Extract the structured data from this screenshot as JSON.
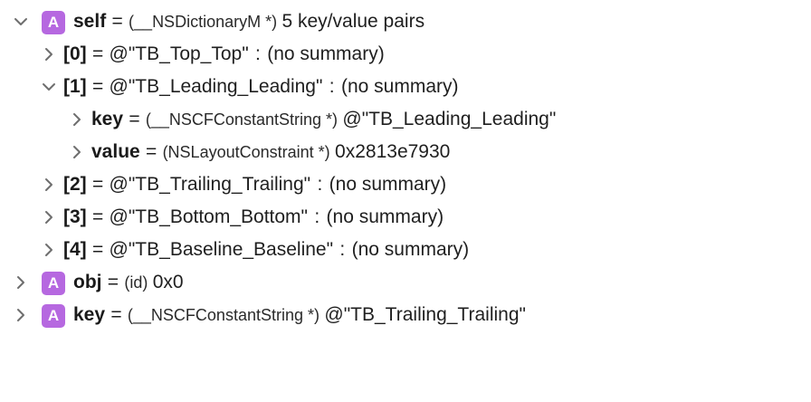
{
  "variables": {
    "self": {
      "name": "self",
      "equals": "=",
      "type": "(__NSDictionaryM *)",
      "value": "5 key/value pairs",
      "badge": "A",
      "expanded": true,
      "children": [
        {
          "name": "[0]",
          "equals": "=",
          "value": "@\"TB_Top_Top\"",
          "separator": ":",
          "summary": "(no summary)",
          "expanded": false
        },
        {
          "name": "[1]",
          "equals": "=",
          "value": "@\"TB_Leading_Leading\"",
          "separator": ":",
          "summary": "(no summary)",
          "expanded": true,
          "children": [
            {
              "name": "key",
              "equals": "=",
              "type": "(__NSCFConstantString *)",
              "value": "@\"TB_Leading_Leading\"",
              "expanded": false
            },
            {
              "name": "value",
              "equals": "=",
              "type": "(NSLayoutConstraint *)",
              "value": "0x2813e7930",
              "expanded": false
            }
          ]
        },
        {
          "name": "[2]",
          "equals": "=",
          "value": "@\"TB_Trailing_Trailing\"",
          "separator": ":",
          "summary": "(no summary)",
          "expanded": false
        },
        {
          "name": "[3]",
          "equals": "=",
          "value": "@\"TB_Bottom_Bottom\"",
          "separator": ":",
          "summary": "(no summary)",
          "expanded": false
        },
        {
          "name": "[4]",
          "equals": "=",
          "value": "@\"TB_Baseline_Baseline\"",
          "separator": ":",
          "summary": "(no summary)",
          "expanded": false
        }
      ]
    },
    "obj": {
      "name": "obj",
      "equals": "=",
      "type": "(id)",
      "value": "0x0",
      "badge": "A",
      "expanded": false
    },
    "key": {
      "name": "key",
      "equals": "=",
      "type": "(__NSCFConstantString *)",
      "value": "@\"TB_Trailing_Trailing\"",
      "badge": "A",
      "expanded": false
    }
  },
  "icons": {
    "expanded": "chevron-down-icon",
    "collapsed": "chevron-right-icon",
    "badge": "auto-variable-badge-icon"
  },
  "colors": {
    "badge": "#b668e0",
    "chevron": "#6e6e6e",
    "text": "#1f1f1f"
  }
}
